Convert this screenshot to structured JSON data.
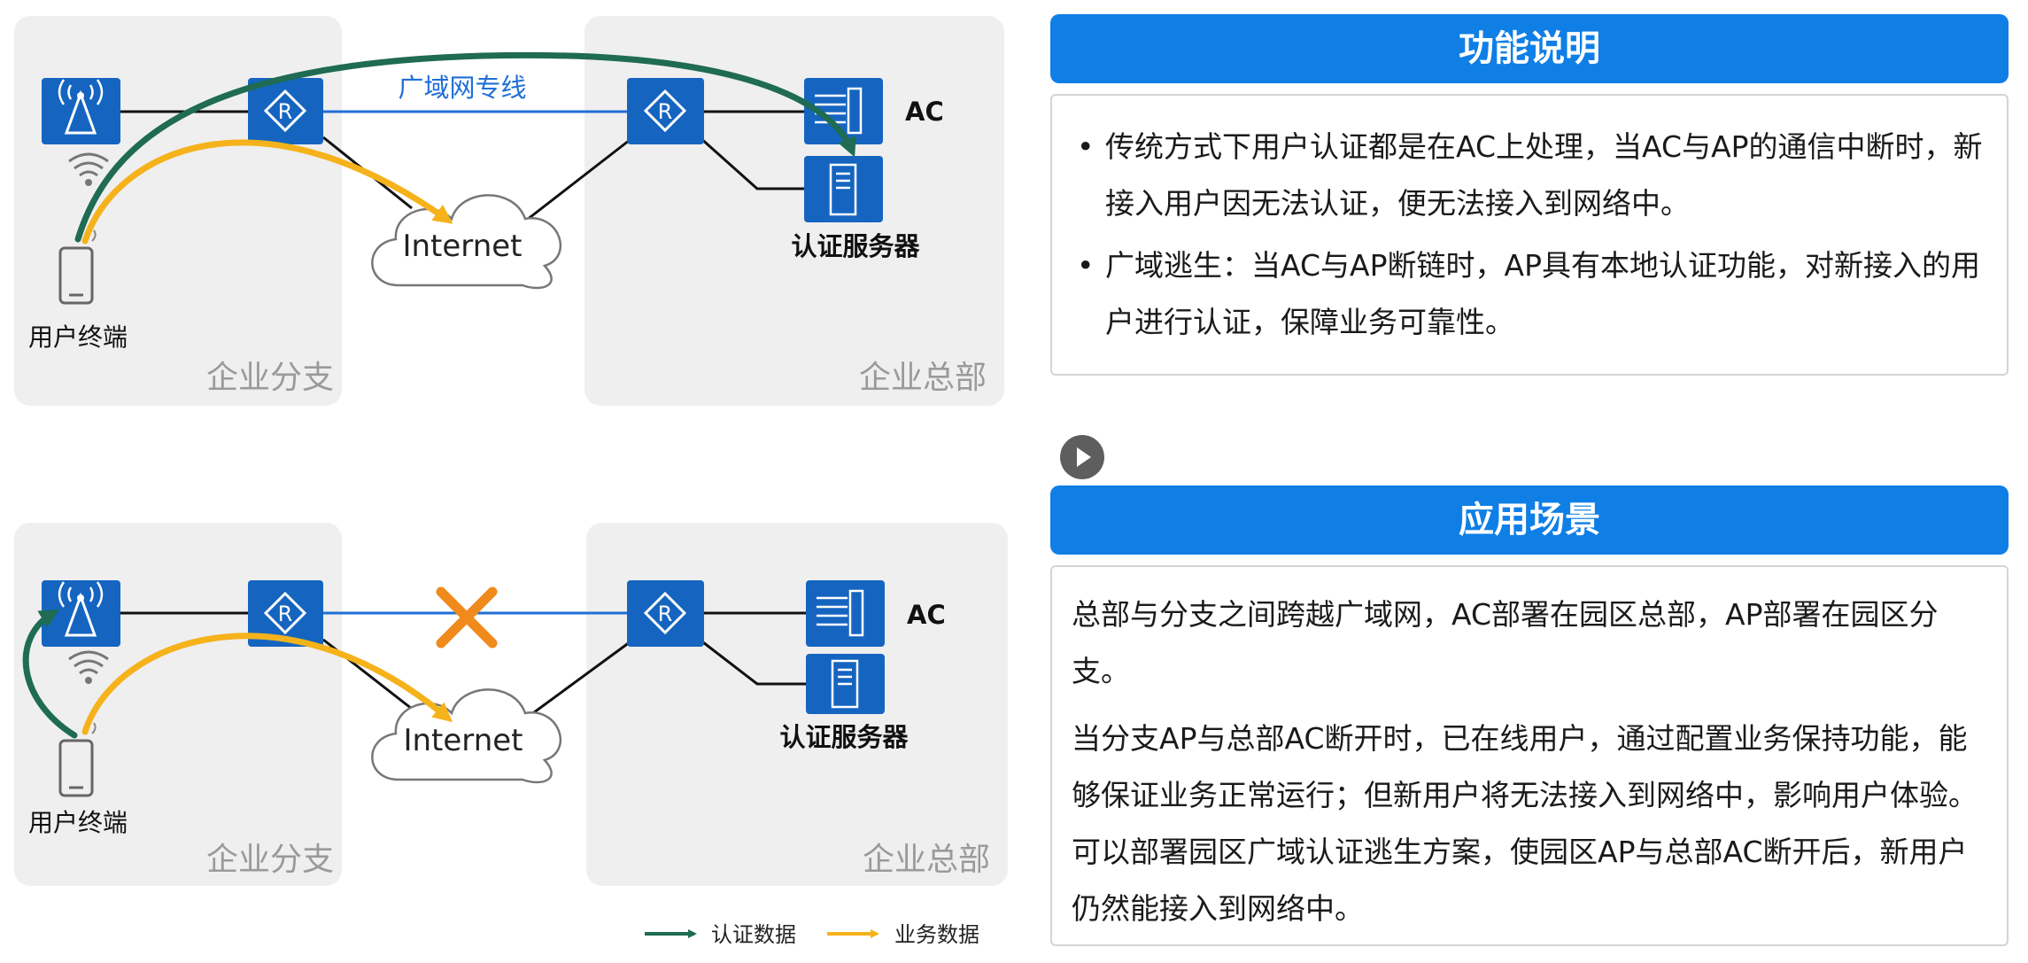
{
  "diagrams": [
    {
      "branch_label": "企业分支",
      "hq_label": "企业总部",
      "internet_label": "Internet",
      "terminal_label": "用户终端",
      "ac_label": "AC",
      "server_label": "认证服务器",
      "wan_label": "广域网专线"
    },
    {
      "branch_label": "企业分支",
      "hq_label": "企业总部",
      "internet_label": "Internet",
      "terminal_label": "用户终端",
      "ac_label": "AC",
      "server_label": "认证服务器"
    }
  ],
  "legend": {
    "auth_label": "认证数据",
    "business_label": "业务数据"
  },
  "function_panel": {
    "title": "功能说明",
    "bullets": [
      "传统方式下用户认证都是在AC上处理，当AC与AP的通信中断时，新接入用户因无法认证，便无法接入到网络中。",
      "广域逃生：当AC与AP断链时，AP具有本地认证功能，对新接入的用户进行认证，保障业务可靠性。"
    ]
  },
  "scenario_panel": {
    "title": "应用场景",
    "paragraphs": [
      "总部与分支之间跨越广域网，AC部署在园区总部，AP部署在园区分支。",
      "当分支AP与总部AC断开时，已在线用户，通过配置业务保持功能，能够保证业务正常运行；但新用户将无法接入到网络中，影响用户体验。可以部署园区广域认证逃生方案，使园区AP与总部AC断开后，新用户仍然能接入到网络中。"
    ]
  },
  "colors": {
    "accent": "#0f7fe6",
    "device_blue": "#1565c0",
    "auth_flow": "#1f6b53",
    "business_flow": "#f5b21b",
    "failure_mark": "#f08a1c",
    "zone_bg": "#efefef"
  },
  "icons": [
    "ap-icon",
    "router-icon",
    "ac-icon",
    "server-icon",
    "phone-icon",
    "cloud-icon",
    "play-icon"
  ]
}
